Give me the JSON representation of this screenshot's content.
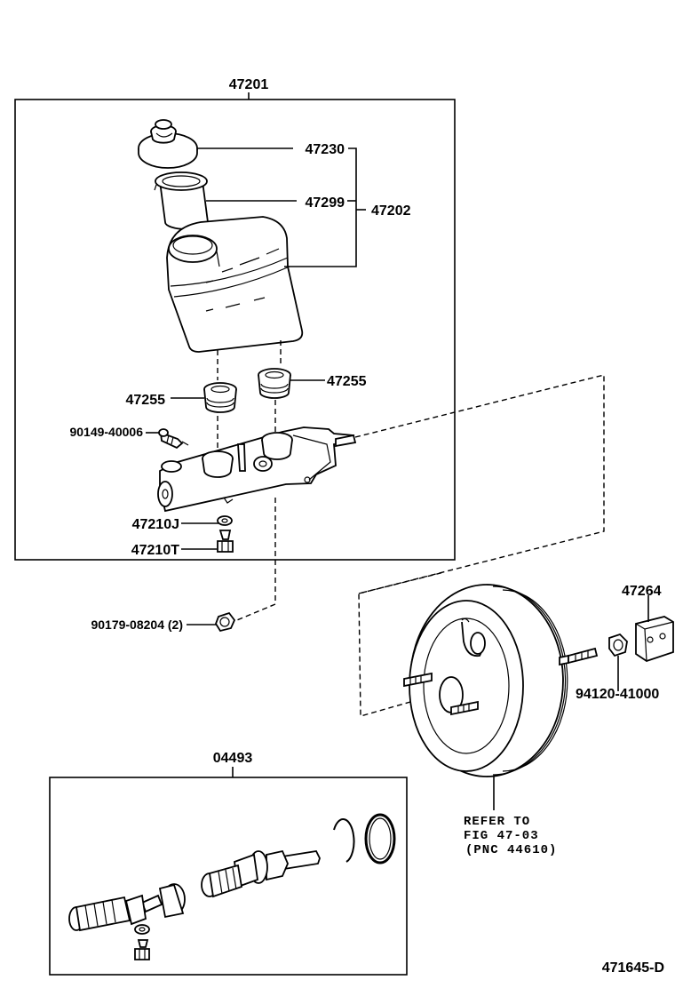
{
  "labels": {
    "assembly_main": "47201",
    "reservoir_cap": "47230",
    "strainer": "47299",
    "reservoir_sub": "47202",
    "grommet_right": "47255",
    "grommet_left": "47255",
    "union_bolt": "90149-40006",
    "gasket": "47210J",
    "plug": "47210T",
    "nut": "90179-08204 (2)",
    "kit": "04493",
    "clevis": "47264",
    "clevis_nut": "94120-41000",
    "refer_line1": "REFER TO",
    "refer_line2": "FIG 47-03",
    "refer_line3": "(PNC 44610)",
    "figure_id": "471645-D"
  }
}
